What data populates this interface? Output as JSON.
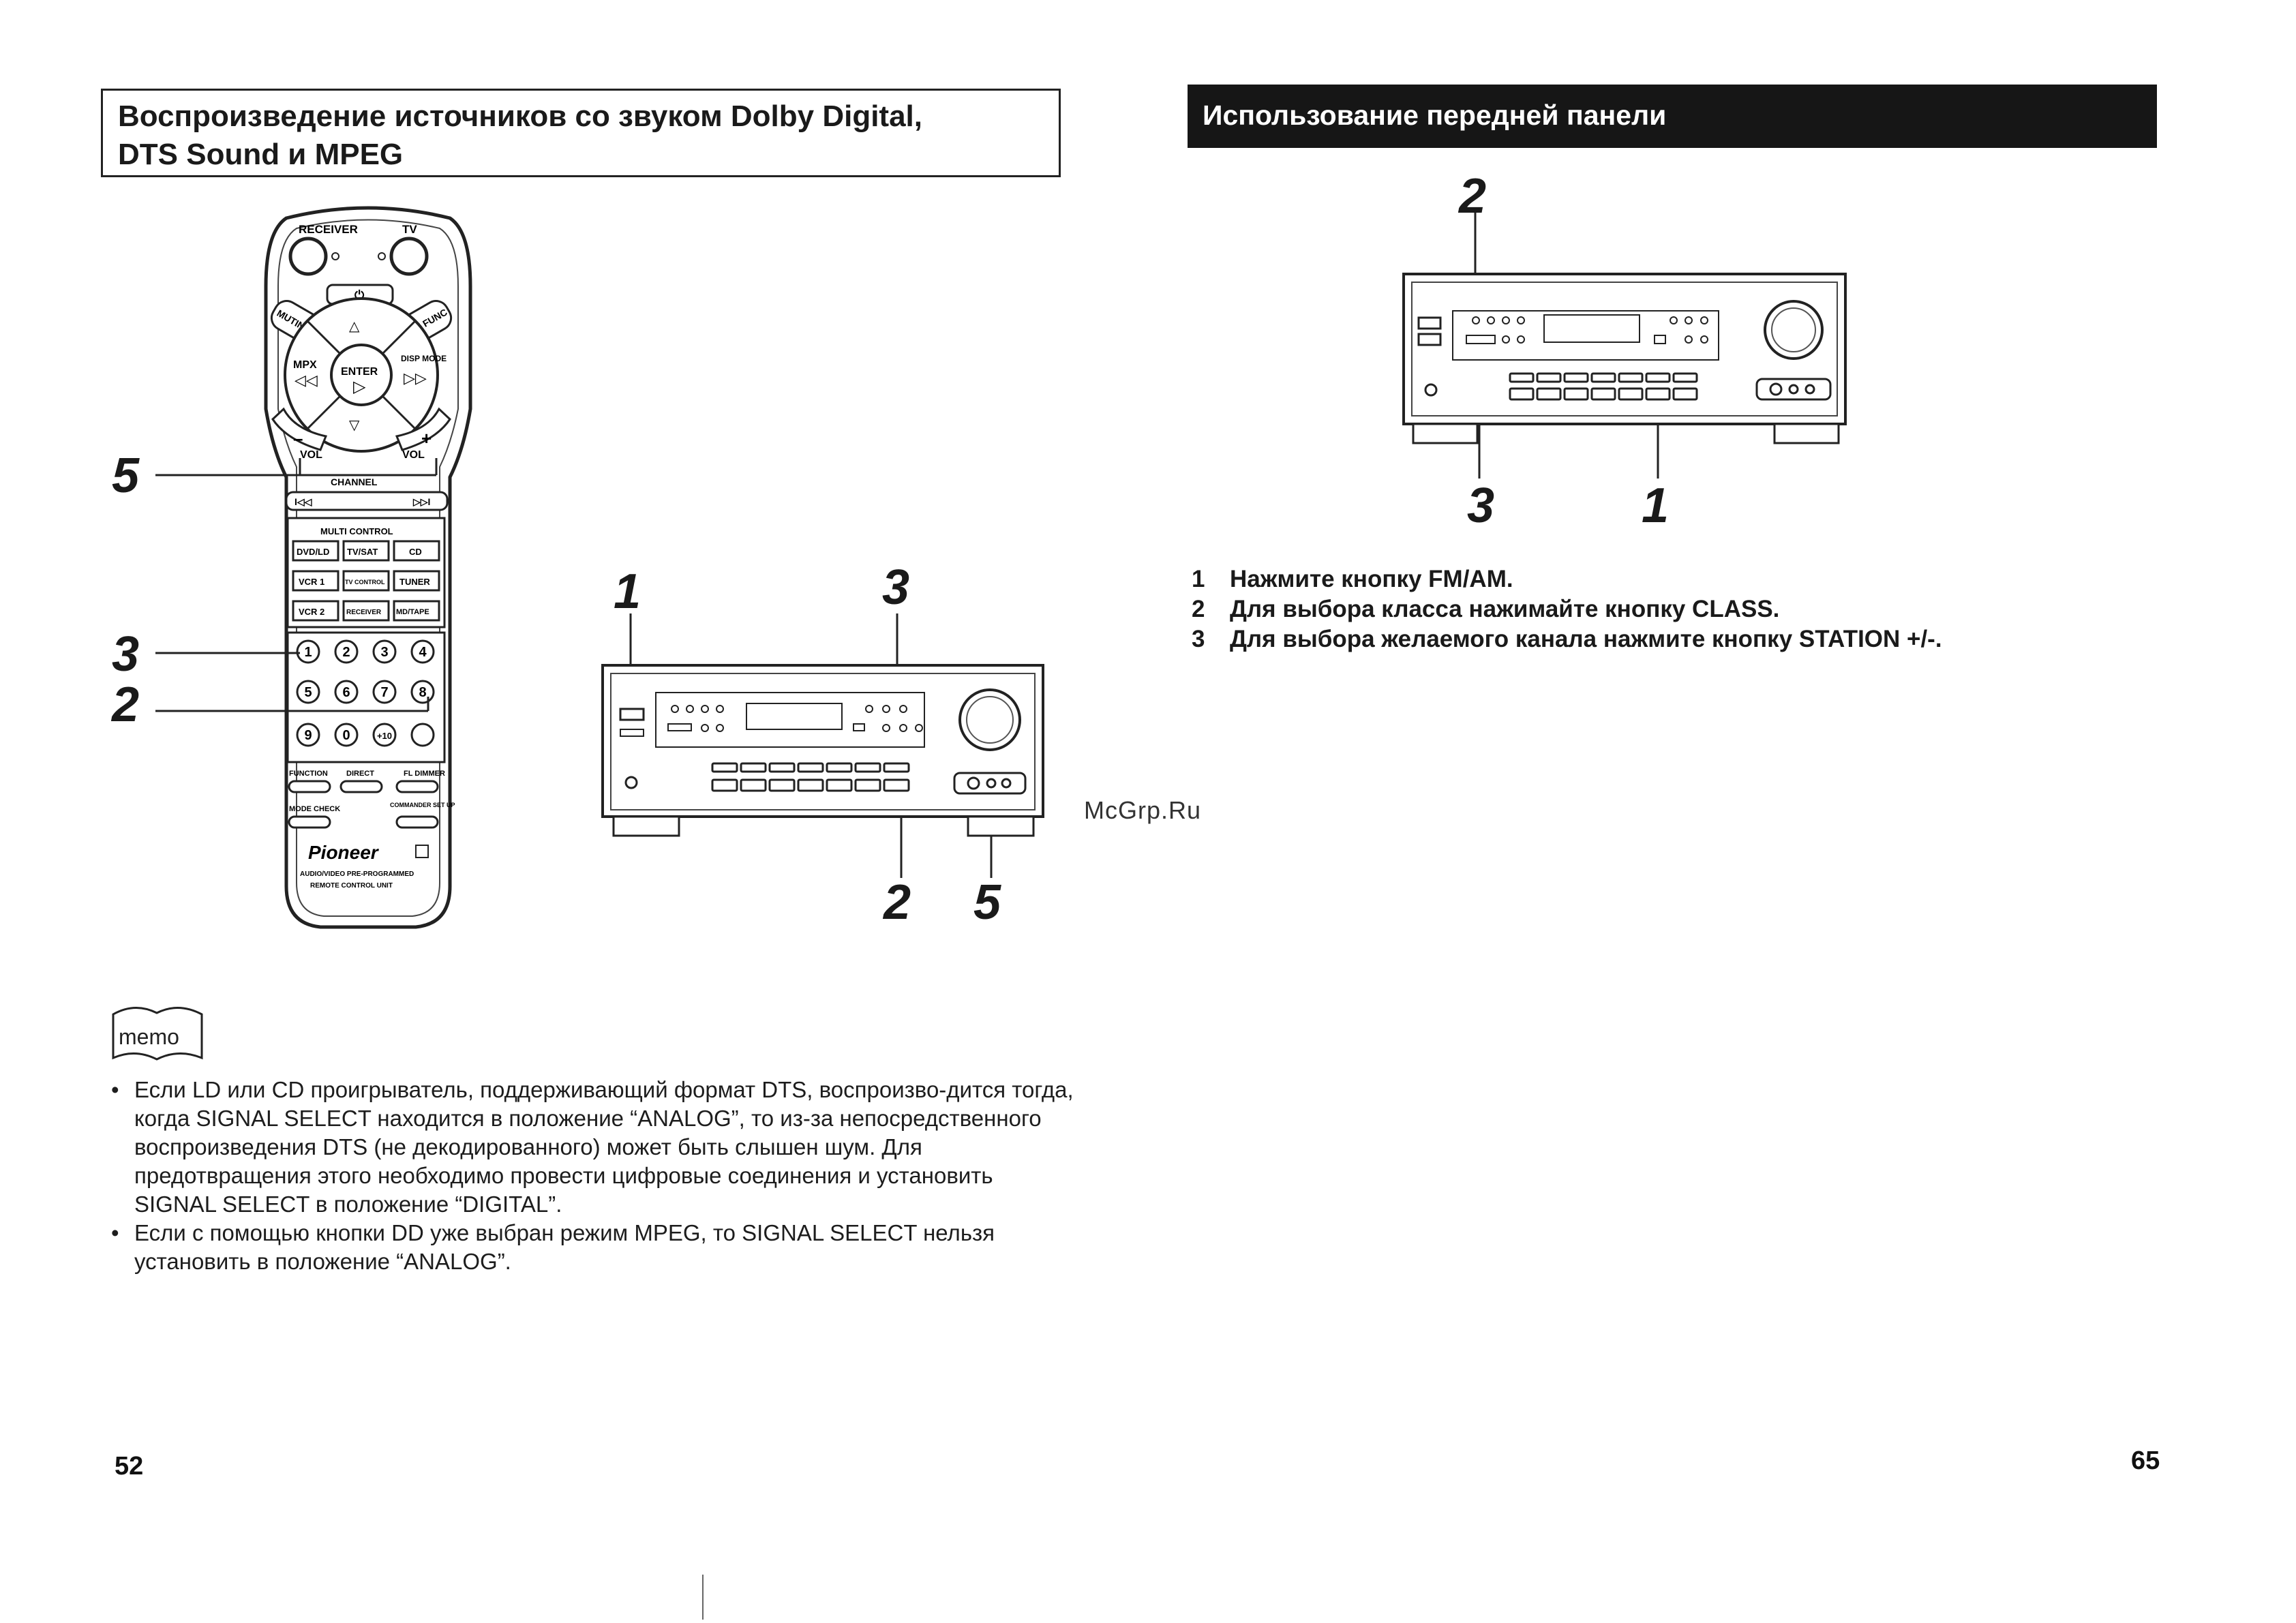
{
  "left_page": {
    "title_line1": "Воспроизведение источников со звуком Dolby Digital,",
    "title_line2": "DTS Sound и MPEG",
    "remote_labels": {
      "receiver": "RECEIVER",
      "tv": "TV",
      "muting": "MUTING",
      "tv_func": "TV FUNC",
      "mpx": "MPX",
      "enter": "ENTER",
      "disp_mode": "DISP MODE",
      "vol": "VOL",
      "channel": "CHANNEL",
      "multi_control": "MULTI CONTROL",
      "sources": [
        "DVD/LD",
        "TV/SAT",
        "CD",
        "VCR 1",
        "TV CONTROL",
        "TUNER",
        "VCR 2",
        "RECEIVER",
        "MD/TAPE"
      ],
      "digits": [
        "1",
        "2",
        "3",
        "4",
        "5",
        "6",
        "7",
        "8",
        "9",
        "0",
        "+10"
      ],
      "function": "FUNCTION",
      "direct": "DIRECT",
      "fl_dimmer": "FL DIMMER",
      "mode_check": "MODE CHECK",
      "commander_setup": "COMMANDER SET UP",
      "brand": "Pioneer",
      "unit_line1": "AUDIO/VIDEO PRE-PROGRAMMED",
      "unit_line2": "REMOTE CONTROL UNIT"
    },
    "remote_callouts": {
      "c5": "5",
      "c3": "3",
      "c2": "2"
    },
    "receiver_callouts": {
      "c1": "1",
      "c3": "3",
      "c2": "2",
      "c5": "5"
    },
    "memo_label": "memo",
    "memo_items": [
      "Если LD или CD проигрыватель, поддерживающий формат DTS, воспроизво-дится тогда, когда SIGNAL SELECT находится в положение “ANALOG”, то из-за непосредственного воспроизведения DTS (не декодированного) может быть слышен шум. Для предотвращения этого необходимо провести цифровые соединения и установить SIGNAL SELECT в положение “DIGITAL”.",
      "Если с помощью кнопки DD уже выбран режим MPEG, то SIGNAL SELECT нельзя установить в положение “ANALOG”."
    ],
    "bullet": "•",
    "page_number": "52"
  },
  "right_page": {
    "title": "Использование передней панели",
    "diagram_callouts": {
      "top2": "2",
      "bottom3": "3",
      "bottom1": "1"
    },
    "steps": [
      {
        "num": "1",
        "text": "Нажмите кнопку FM/AM."
      },
      {
        "num": "2",
        "text": "Для выбора класса нажимайте кнопку CLASS."
      },
      {
        "num": "3",
        "text": "Для выбора желаемого канала нажмите кнопку STATION +/-."
      }
    ],
    "page_number": "65"
  },
  "watermark": "McGrp.Ru"
}
